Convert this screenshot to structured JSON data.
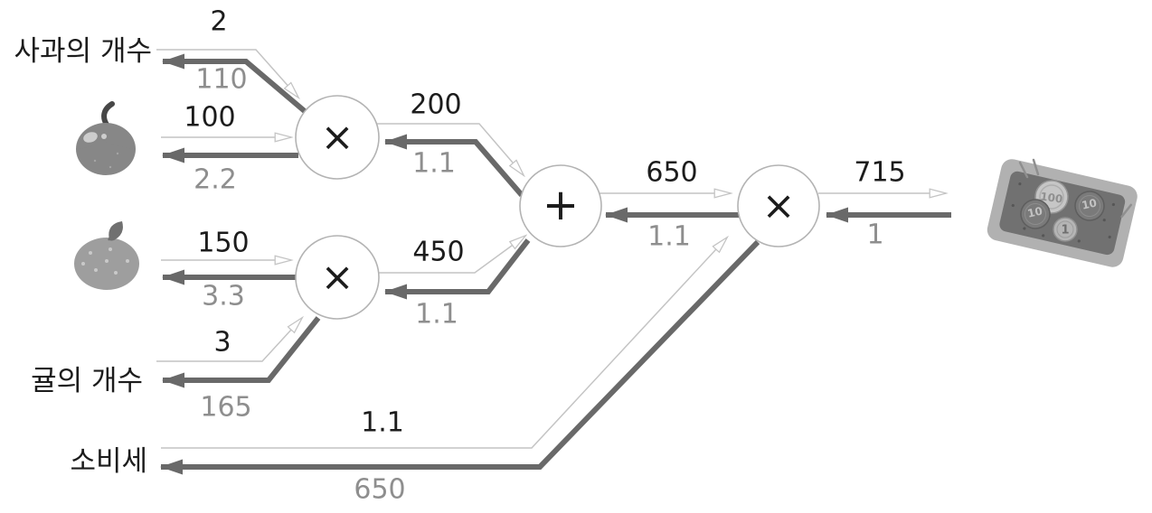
{
  "colors": {
    "forward_edge": "#c4c4c4",
    "backward_edge": "#696969",
    "node_stroke": "#b3b3b3",
    "forward_label": "#1c1c1c",
    "backward_label": "#8e8e8e"
  },
  "labels": {
    "apple_count": "사과의 개수",
    "tangerine_count": "귤의 개수",
    "consumption_tax": "소비세"
  },
  "nodes": [
    {
      "id": "multiply-apple",
      "op": "×"
    },
    {
      "id": "multiply-tangerine",
      "op": "×"
    },
    {
      "id": "add-subtotals",
      "op": "+"
    },
    {
      "id": "multiply-tax",
      "op": "×"
    }
  ],
  "edges": [
    {
      "name": "apple-count",
      "forward": "2",
      "backward": "110"
    },
    {
      "name": "apple-price",
      "forward": "100",
      "backward": "2.2"
    },
    {
      "name": "apple-subtotal",
      "forward": "200",
      "backward": "1.1"
    },
    {
      "name": "tangerine-price",
      "forward": "150",
      "backward": "3.3"
    },
    {
      "name": "tangerine-count",
      "forward": "3",
      "backward": "165"
    },
    {
      "name": "tangerine-subtotal",
      "forward": "450",
      "backward": "1.1"
    },
    {
      "name": "total-before-tax",
      "forward": "650",
      "backward": "1.1"
    },
    {
      "name": "final-price",
      "forward": "715",
      "backward": "1"
    },
    {
      "name": "consumption-tax",
      "forward": "1.1",
      "backward": "650"
    }
  ],
  "icons": {
    "apple": "apple-icon",
    "tangerine": "tangerine-icon",
    "money_tray": {
      "coins": [
        "100",
        "10",
        "10",
        "1"
      ]
    }
  }
}
